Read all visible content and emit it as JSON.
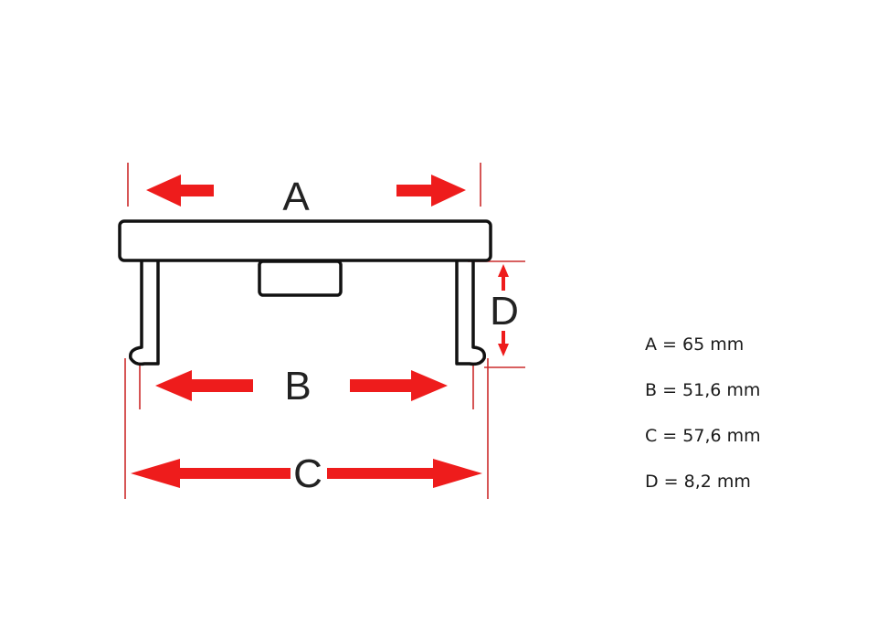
{
  "diagram": {
    "labels": {
      "a": "A",
      "b": "B",
      "c": "C",
      "d": "D"
    },
    "colors": {
      "arrow": "#ee1c1c",
      "outline": "#111111",
      "extension": "#cc2b2b"
    }
  },
  "specs": [
    "A = 65 mm",
    "B = 51,6 mm",
    "C = 57,6 mm",
    "D = 8,2 mm"
  ]
}
